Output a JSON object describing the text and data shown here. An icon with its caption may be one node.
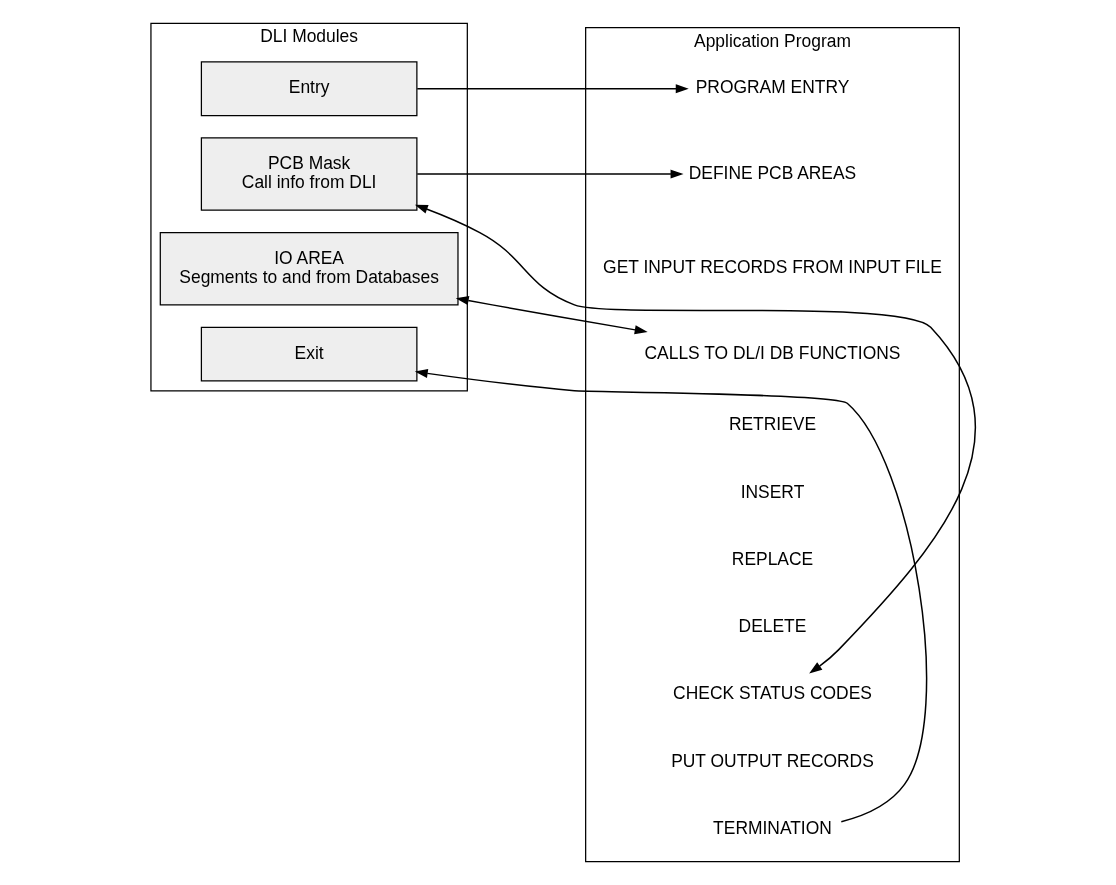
{
  "diagram": {
    "nodes": [
      {
        "text": [
          "DLI Modules"
        ]
      },
      {
        "text": [
          "Entry"
        ],
        "in": 0
      },
      {
        "text": [
          "PCB Mask",
          "Call info from DLI"
        ],
        "in": 0
      },
      {
        "text": [
          "IO AREA",
          "Segments to and from Databases"
        ],
        "in": 0
      },
      {
        "text": [
          "Exit"
        ],
        "in": 0
      },
      {
        "text": [
          "Application Program"
        ]
      },
      {
        "text": [
          "PROGRAM ENTRY"
        ],
        "in": 5
      },
      {
        "text": [
          "DEFINE PCB AREAS"
        ],
        "in": 5
      },
      {
        "text": [
          "GET INPUT RECORDS FROM INPUT FILE"
        ],
        "in": 5
      },
      {
        "text": [
          "CALLS TO DL/I DB FUNCTIONS"
        ],
        "in": 5
      },
      {
        "text": [
          "RETRIEVE"
        ],
        "in": 5
      },
      {
        "text": [
          "INSERT"
        ],
        "in": 5
      },
      {
        "text": [
          "REPLACE"
        ],
        "in": 5
      },
      {
        "text": [
          "DELETE"
        ],
        "in": 5
      },
      {
        "text": [
          "CHECK STATUS CODES"
        ],
        "in": 5
      },
      {
        "text": [
          "PUT OUTPUT RECORDS"
        ],
        "in": 5
      },
      {
        "text": [
          "TERMINATION"
        ],
        "in": 5
      }
    ],
    "edges": [
      {
        "from": 1,
        "to": 6,
        "arrow": "to"
      },
      {
        "from": 2,
        "to": 7,
        "arrow": "to"
      },
      {
        "from": 2,
        "to": 14,
        "arrow": "both"
      },
      {
        "from": 3,
        "to": 9,
        "arrow": "both"
      },
      {
        "from": 16,
        "to": 4,
        "arrow": "to"
      }
    ]
  }
}
